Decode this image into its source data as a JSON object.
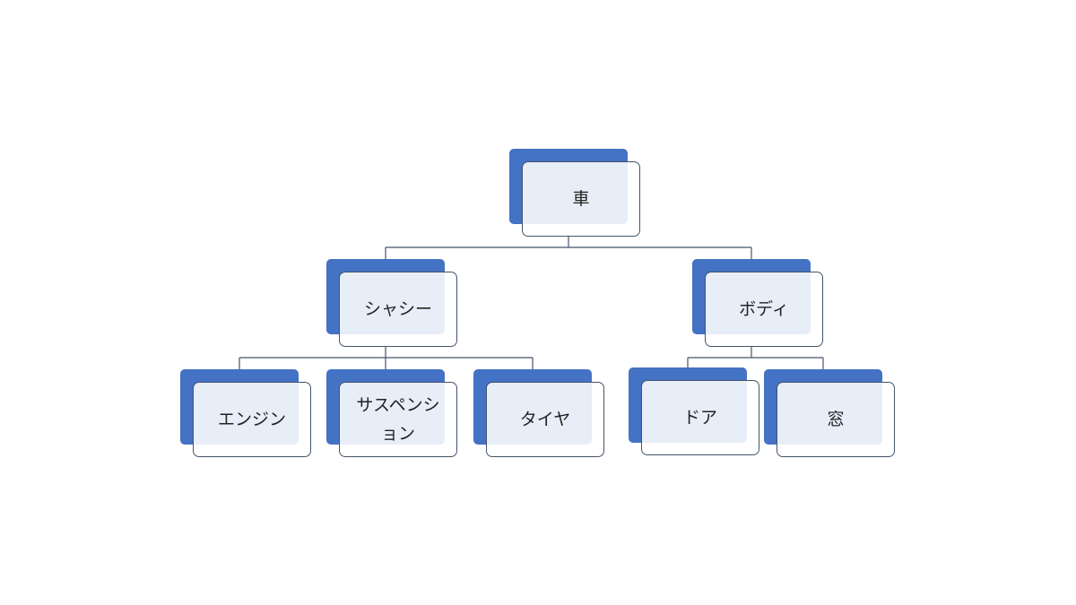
{
  "diagram": {
    "type": "hierarchy",
    "colors": {
      "accent": "#4472c4",
      "connector": "#44546a",
      "box_fill": "#edf1fa"
    },
    "root": {
      "label": "車"
    },
    "level1": [
      {
        "label": "シャシー"
      },
      {
        "label": "ボディ"
      }
    ],
    "level2": [
      {
        "label": "エンジン",
        "parent": "シャシー"
      },
      {
        "label": "サスペンション",
        "parent": "シャシー"
      },
      {
        "label": "タイヤ",
        "parent": "シャシー"
      },
      {
        "label": "ドア",
        "parent": "ボディ"
      },
      {
        "label": "窓",
        "parent": "ボディ"
      }
    ]
  }
}
